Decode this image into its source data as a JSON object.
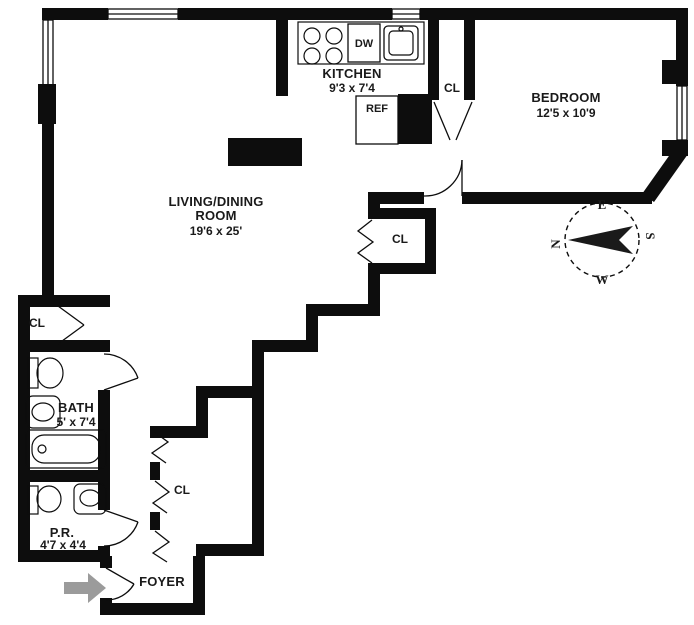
{
  "plan": {
    "rooms": {
      "living": {
        "lines": [
          "LIVING/DINING",
          "ROOM"
        ],
        "dims": "19'6 x 25'"
      },
      "kitchen": {
        "name": "KITCHEN",
        "dims": "9'3 x 7'4"
      },
      "bedroom": {
        "name": "BEDROOM",
        "dims": "12'5 x 10'9"
      },
      "bath": {
        "name": "BATH",
        "dims": "5' x 7'4"
      },
      "powder_room": {
        "name": "P.R.",
        "dims": "4'7 x 4'4"
      },
      "foyer": {
        "name": "FOYER"
      }
    },
    "closets": {
      "bedroom_hall": "CL",
      "hall": "CL",
      "linen": "CL",
      "foyer_hall": "CL"
    },
    "appliances": {
      "dishwasher": "DW",
      "refrigerator": "REF"
    },
    "compass": {
      "north": "N",
      "east": "E",
      "south": "S",
      "west": "W"
    },
    "colors": {
      "wall": "#0d0d0d",
      "entry_arrow": "#9b9b9b",
      "background": "#ffffff"
    }
  }
}
